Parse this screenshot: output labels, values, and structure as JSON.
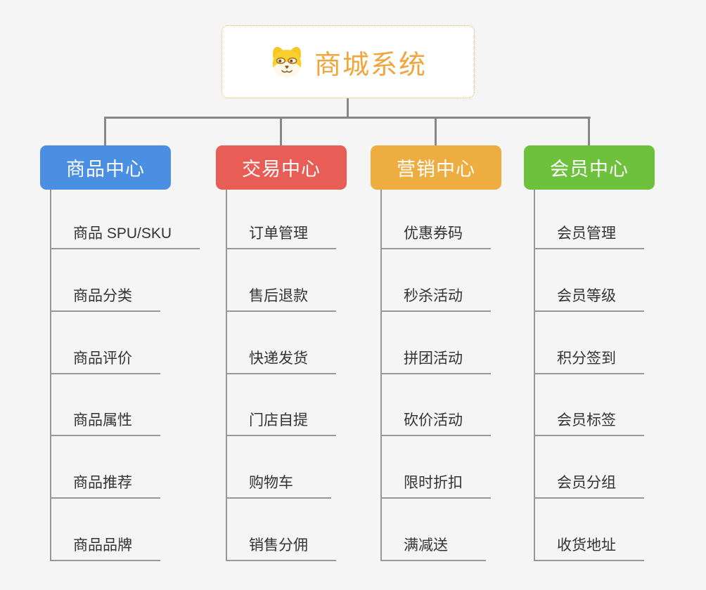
{
  "root": {
    "title": "商城系统",
    "icon": "dog-face-icon",
    "title_color": "#f0a63c",
    "border_color": "#f2ae53"
  },
  "connector_color": "#878787",
  "branches": [
    {
      "label": "商品中心",
      "color": "#4b8fe2",
      "children": [
        "商品 SPU/SKU",
        "商品分类",
        "商品评价",
        "商品属性",
        "商品推荐",
        "商品品牌"
      ]
    },
    {
      "label": "交易中心",
      "color": "#e85d56",
      "children": [
        "订单管理",
        "售后退款",
        "快递发货",
        "门店自提",
        "购物车",
        "销售分佣"
      ]
    },
    {
      "label": "营销中心",
      "color": "#eead40",
      "children": [
        "优惠券码",
        "秒杀活动",
        "拼团活动",
        "砍价活动",
        "限时折扣",
        "满减送"
      ]
    },
    {
      "label": "会员中心",
      "color": "#6dc13d",
      "children": [
        "会员管理",
        "会员等级",
        "积分签到",
        "会员标签",
        "会员分组",
        "收货地址"
      ]
    }
  ]
}
